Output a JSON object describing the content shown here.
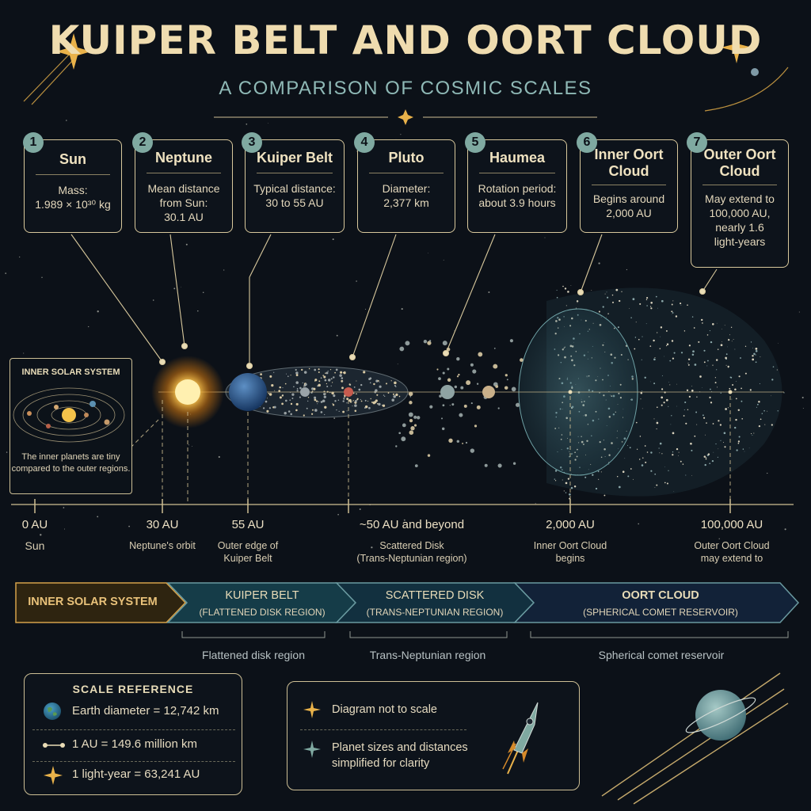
{
  "title": "KUIPER BELT AND OORT CLOUD",
  "subtitle": "A COMPARISON OF COSMIC SCALES",
  "cards": [
    {
      "num": "1",
      "name": "Sun",
      "desc": "Mass:\n1.989 × 10³⁰ kg"
    },
    {
      "num": "2",
      "name": "Neptune",
      "desc": "Mean distance\nfrom Sun:\n30.1 AU"
    },
    {
      "num": "3",
      "name": "Kuiper Belt",
      "desc": "Typical distance:\n30 to 55 AU"
    },
    {
      "num": "4",
      "name": "Pluto",
      "desc": "Diameter:\n2,377 km"
    },
    {
      "num": "5",
      "name": "Haumea",
      "desc": "Rotation period:\nabout 3.9 hours"
    },
    {
      "num": "6",
      "name": "Inner Oort\nCloud",
      "desc": "Begins around\n2,000 AU"
    },
    {
      "num": "7",
      "name": "Outer Oort\nCloud",
      "desc": "May extend to\n100,000 AU,\nnearly 1.6\nlight-years"
    }
  ],
  "inset": {
    "title": "INNER SOLAR SYSTEM",
    "caption": "The inner planets are tiny\ncompared to the outer regions."
  },
  "distances": [
    {
      "label": "0 AU",
      "sub": "Sun"
    },
    {
      "label": "30 AU",
      "sub": "Neptune's orbit"
    },
    {
      "label": "55 AU",
      "sub": "Outer edge of\nKuiper Belt"
    },
    {
      "label": "~50 AU and beyond",
      "sub": "Scattered Disk\n(Trans-Neptunian region)"
    },
    {
      "label": "2,000 AU",
      "sub": "Inner Oort Cloud\nbegins"
    },
    {
      "label": "100,000 AU",
      "sub": "Outer Oort Cloud\nmay extend to"
    }
  ],
  "bands": [
    {
      "label": "INNER SOLAR SYSTEM",
      "sub": ""
    },
    {
      "label": "KUIPER BELT",
      "sub": "(FLATTENED DISK REGION)"
    },
    {
      "label": "SCATTERED DISK",
      "sub": "(TRANS-NEPTUNIAN REGION)"
    },
    {
      "label": "OORT CLOUD",
      "sub": "(SPHERICAL COMET RESERVOIR)"
    }
  ],
  "below_labels": [
    "Flattened disk region",
    "Trans-Neptunian region",
    "Spherical comet reservoir"
  ],
  "scale": {
    "title": "SCALE REFERENCE",
    "items": [
      {
        "icon": "earth-icon",
        "text": "Earth diameter = 12,742 km"
      },
      {
        "icon": "au-segment-icon",
        "text": "1 AU = 149.6 million km"
      },
      {
        "icon": "star-icon",
        "text": "1 light-year = 63,241 AU"
      }
    ]
  },
  "notes": [
    "Diagram not to scale",
    "Planet sizes and distances\nsimplified for clarity"
  ],
  "colors": {
    "gold": "#e9b24a",
    "teal": "#7fa9a1",
    "cream": "#efdcaf",
    "band_inner": "#d5a24a",
    "band_kuiper": "#1d4d5b",
    "band_scatter": "#1a3a4c",
    "band_oort": "#17283c"
  }
}
